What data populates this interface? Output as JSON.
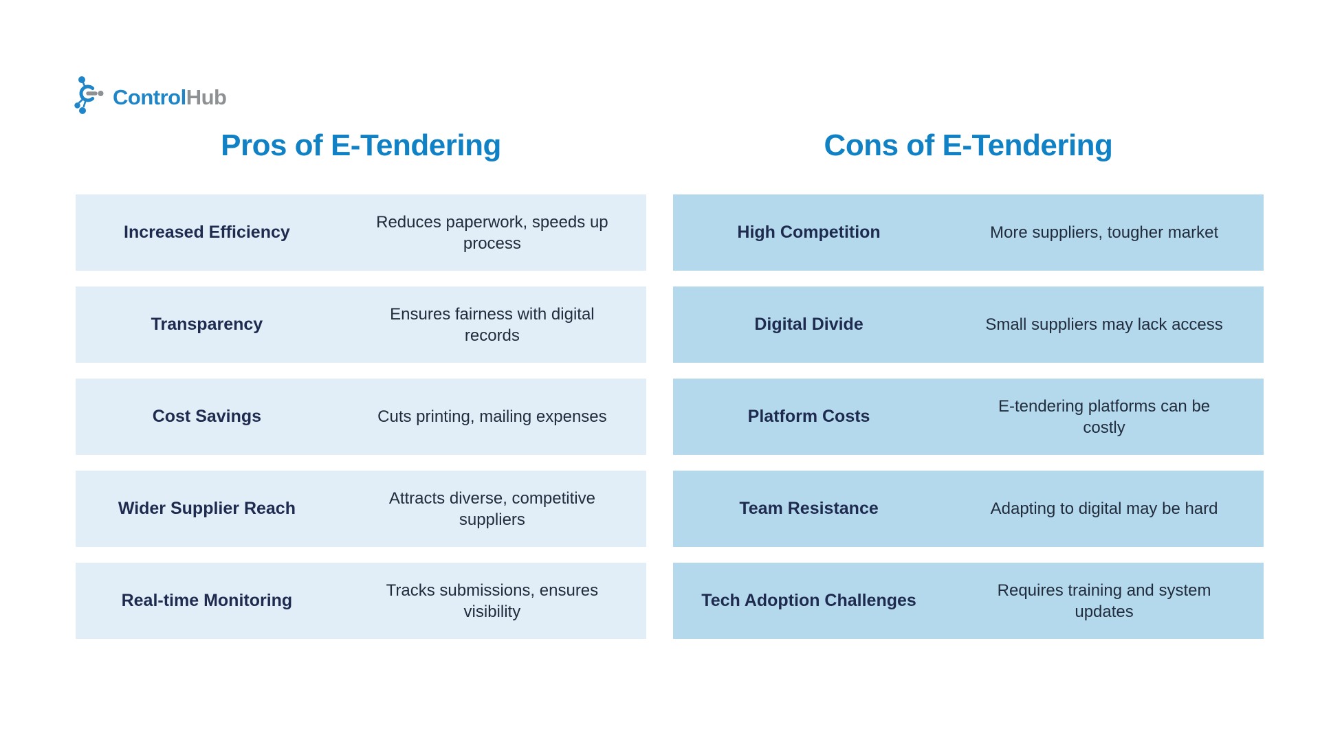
{
  "brand": {
    "icon": "molecule-network-icon",
    "name_primary": "Control",
    "name_secondary": "Hub"
  },
  "colors": {
    "background": "#ffffff",
    "heading_blue": "#1181c5",
    "logo_blue": "#1e86c8",
    "logo_gray": "#8e9194",
    "pros_row_background": "#e1edf7",
    "cons_row_background": "#b4d9ed",
    "term_navy": "#1e2b4e",
    "description_dark": "#212c3c"
  },
  "columns": [
    {
      "id": "pros",
      "title": "Pros of E-Tendering",
      "rows": [
        {
          "term": "Increased Efficiency",
          "description": "Reduces paperwork, speeds up process"
        },
        {
          "term": "Transparency",
          "description": "Ensures fairness with digital records"
        },
        {
          "term": "Cost Savings",
          "description": "Cuts printing, mailing expenses"
        },
        {
          "term": "Wider Supplier Reach",
          "description": "Attracts diverse, competitive suppliers"
        },
        {
          "term": "Real-time Monitoring",
          "description": "Tracks submissions, ensures visibility"
        }
      ]
    },
    {
      "id": "cons",
      "title": "Cons of E-Tendering",
      "rows": [
        {
          "term": "High Competition",
          "description": "More suppliers, tougher market"
        },
        {
          "term": "Digital Divide",
          "description": "Small suppliers may lack access"
        },
        {
          "term": "Platform Costs",
          "description": "E-tendering platforms can be costly"
        },
        {
          "term": "Team Resistance",
          "description": "Adapting to digital may be hard"
        },
        {
          "term": "Tech Adoption Challenges",
          "description": "Requires training and system updates"
        }
      ]
    }
  ]
}
